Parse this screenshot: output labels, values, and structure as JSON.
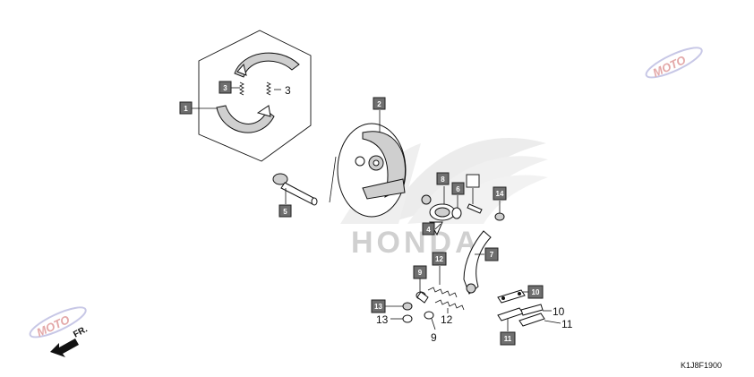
{
  "diagram_code": "K1J8F1900",
  "direction_label": "FR.",
  "watermarks": {
    "brand": "HONDA",
    "site": "MOTO"
  },
  "colors": {
    "callout_fill": "#6f6f6f",
    "line": "#111111",
    "watermark": "#d0d0d0"
  },
  "callouts": {
    "c1": "1",
    "c2": "2",
    "c3": "3",
    "c4": "4",
    "c5": "5",
    "c6": "6",
    "c7": "7",
    "c8": "8",
    "c9": "9",
    "c10": "10",
    "c11": "11",
    "c12": "12",
    "c13": "13",
    "c14": "14"
  },
  "plain_labels": {
    "p3": "3",
    "p9": "9",
    "p10": "10",
    "p11": "11",
    "p12": "12",
    "p13": "13"
  }
}
